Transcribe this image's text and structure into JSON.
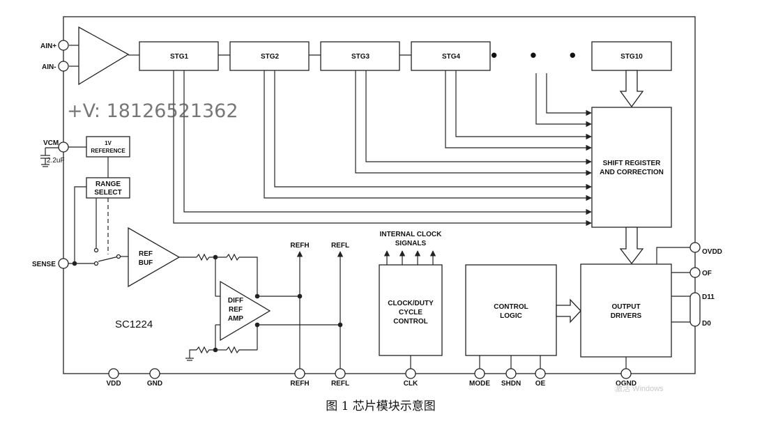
{
  "stages": [
    "STG1",
    "STG2",
    "STG3",
    "STG4",
    "STG10"
  ],
  "ellipsis": "• • •",
  "inputs": {
    "ain_plus": "AIN+",
    "ain_minus": "AIN-"
  },
  "vcm": {
    "label": "VCM",
    "cap": "2.2uF"
  },
  "reference": {
    "line1": "1V",
    "line2": "REFERENCE"
  },
  "range_select": {
    "line1": "RANGE",
    "line2": "SELECT"
  },
  "sense": "SENSE",
  "ref_buf": {
    "line1": "REF",
    "line2": "BUF"
  },
  "diff_amp": {
    "line1": "DIFF",
    "line2": "REF",
    "line3": "AMP"
  },
  "chip_name": "SC1224",
  "refh_top": "REFH",
  "refl_top": "REFL",
  "internal_clock": {
    "line1": "INTERNAL CLOCK",
    "line2": "SIGNALS"
  },
  "clock_duty": {
    "line1": "CLOCK/DUTY",
    "line2": "CYCLE",
    "line3": "CONTROL"
  },
  "control_logic": {
    "line1": "CONTROL",
    "line2": "LOGIC"
  },
  "shift_register": {
    "line1": "SHIFT REGISTER",
    "line2": "AND CORRECTION"
  },
  "output_drivers": {
    "line1": "OUTPUT",
    "line2": "DRIVERS"
  },
  "right_pins": {
    "ovdd": "OVDD",
    "of": "OF",
    "d11": "D11",
    "d0": "D0"
  },
  "bottom_pins": {
    "vdd": "VDD",
    "gnd": "GND",
    "refh": "REFH",
    "refl": "REFL",
    "clk": "CLK",
    "mode": "MODE",
    "shdn": "SHDN",
    "oe": "OE",
    "ognd": "OGND"
  },
  "watermark": "+V: 18126521362",
  "ghost_text": "激活 Windows",
  "caption": "图 1 芯片模块示意图"
}
